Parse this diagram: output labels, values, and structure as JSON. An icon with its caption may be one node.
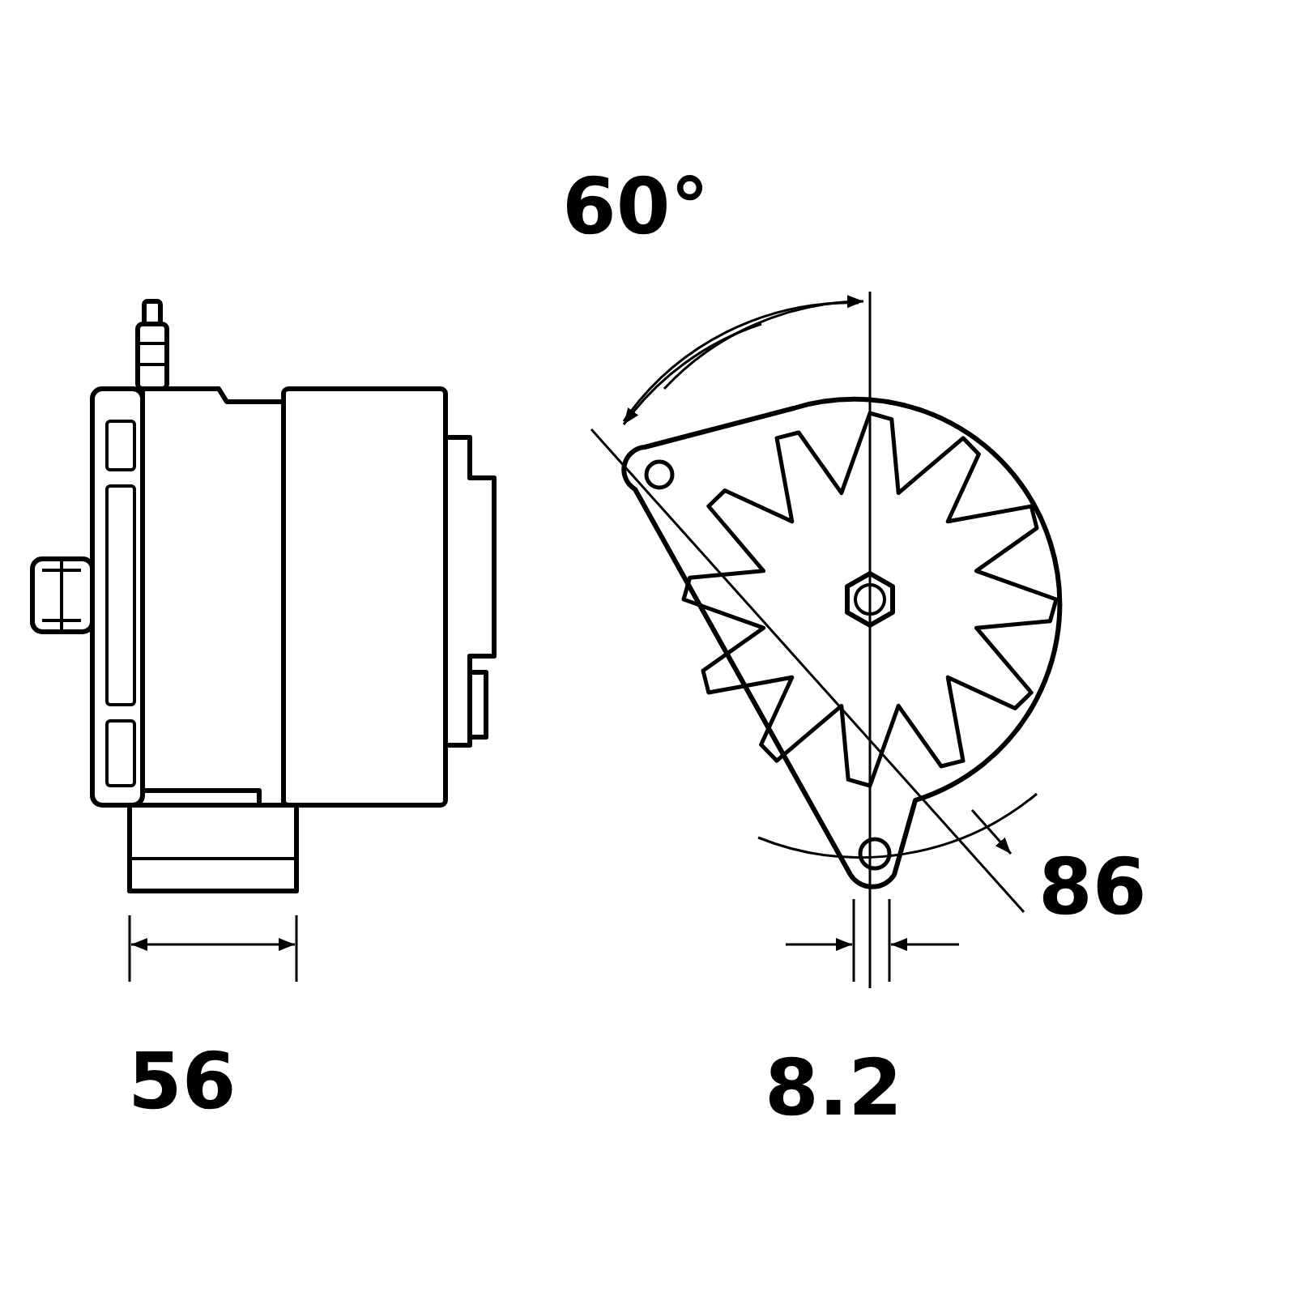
{
  "diagram": {
    "labels": [
      "60°",
      "86",
      "56",
      "8.2"
    ]
  }
}
